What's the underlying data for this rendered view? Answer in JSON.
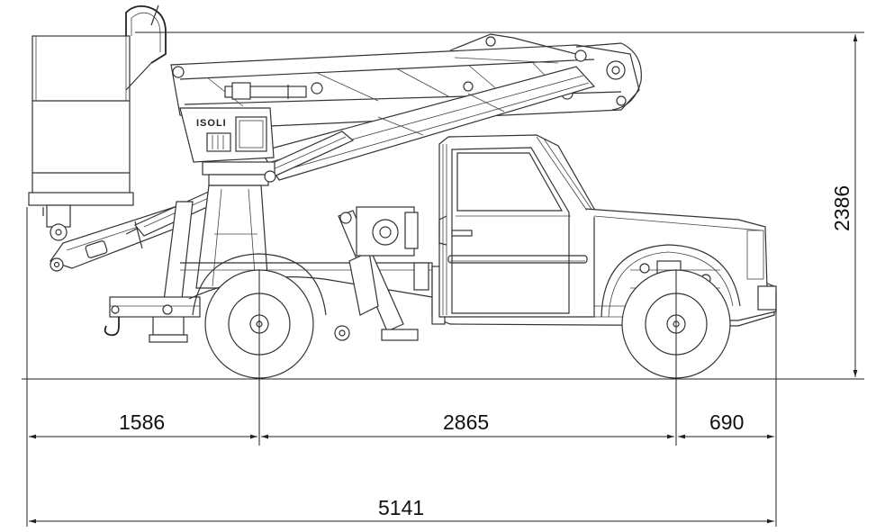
{
  "brand_text": "ISOLI",
  "dimensions": {
    "front_overhang": "1586",
    "wheelbase": "2865",
    "rear_overhang": "690",
    "overall_length": "5141",
    "overall_height": "2386"
  }
}
